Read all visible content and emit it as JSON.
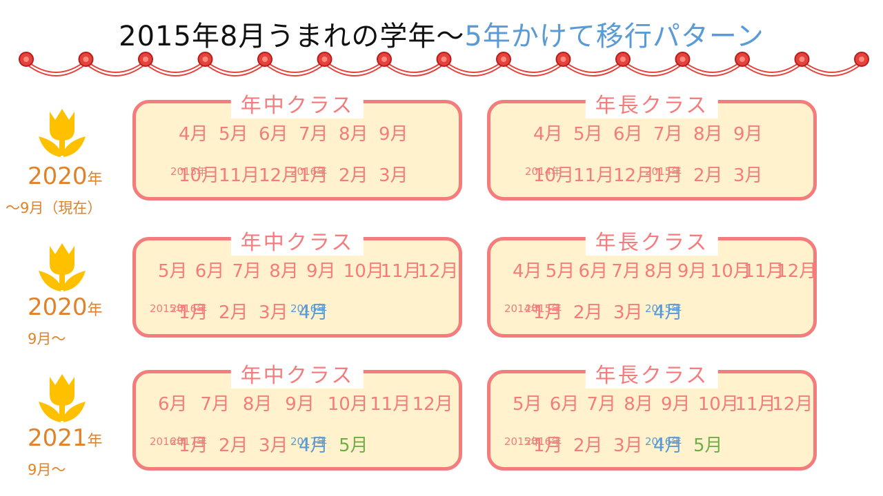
{
  "title": {
    "black": "2015年8月うまれの学年〜",
    "blue": "5年かけて移行パターン"
  },
  "colors": {
    "pink": "#f47c7c",
    "orange": "#e0822a",
    "blue": "#5b9bd5",
    "green": "#70ad47",
    "card_bg": "#fff2cc",
    "tulip": "#ffc000"
  },
  "rows": [
    {
      "year_num": "2020",
      "year_unit": "年",
      "sub": "〜9月（現在）",
      "cards": [
        {
          "title": "年中クラス",
          "lines": [
            [
              {
                "yr": "2015年",
                "m": "4月",
                "c": "pink"
              },
              {
                "m": "5月",
                "c": "pink"
              },
              {
                "m": "6月",
                "c": "pink"
              },
              {
                "m": "7月",
                "c": "pink"
              },
              {
                "m": "8月",
                "c": "pink"
              },
              {
                "m": "9月",
                "c": "pink"
              }
            ],
            [
              {
                "m": "10月",
                "c": "pink"
              },
              {
                "m": "11月",
                "c": "pink"
              },
              {
                "m": "12月",
                "c": "pink"
              },
              {
                "yr": "2016年",
                "m": "1月",
                "c": "pink"
              },
              {
                "m": "2月",
                "c": "pink"
              },
              {
                "m": "3月",
                "c": "pink"
              }
            ]
          ]
        },
        {
          "title": "年長クラス",
          "lines": [
            [
              {
                "yr": "2014年",
                "m": "4月",
                "c": "pink"
              },
              {
                "m": "5月",
                "c": "pink"
              },
              {
                "m": "6月",
                "c": "pink"
              },
              {
                "m": "7月",
                "c": "pink"
              },
              {
                "m": "8月",
                "c": "pink"
              },
              {
                "m": "9月",
                "c": "pink"
              }
            ],
            [
              {
                "m": "10月",
                "c": "pink"
              },
              {
                "m": "11月",
                "c": "pink"
              },
              {
                "m": "12月",
                "c": "pink"
              },
              {
                "yr": "2015年",
                "m": "1月",
                "c": "pink"
              },
              {
                "m": "2月",
                "c": "pink"
              },
              {
                "m": "3月",
                "c": "pink"
              }
            ]
          ]
        }
      ]
    },
    {
      "year_num": "2020",
      "year_unit": "年",
      "sub": "9月〜",
      "cards": [
        {
          "title": "年中クラス",
          "lines": [
            [
              {
                "yr": "2015年",
                "m": "5月",
                "c": "pink"
              },
              {
                "m": "6月",
                "c": "pink"
              },
              {
                "m": "7月",
                "c": "pink"
              },
              {
                "m": "8月",
                "c": "pink"
              },
              {
                "m": "9月",
                "c": "pink"
              },
              {
                "m": "10月",
                "c": "pink"
              },
              {
                "m": "11月",
                "c": "pink"
              },
              {
                "m": "12月",
                "c": "pink"
              }
            ],
            [
              {
                "yr": "2016年",
                "m": "1月",
                "c": "pink"
              },
              {
                "m": "2月",
                "c": "pink"
              },
              {
                "m": "3月",
                "c": "pink"
              },
              {
                "yr": "2016年",
                "m": "4月",
                "c": "blue"
              }
            ]
          ]
        },
        {
          "title": "年長クラス",
          "lines": [
            [
              {
                "yr": "2014年",
                "m": "4月",
                "c": "pink"
              },
              {
                "m": "5月",
                "c": "pink"
              },
              {
                "m": "6月",
                "c": "pink"
              },
              {
                "m": "7月",
                "c": "pink"
              },
              {
                "m": "8月",
                "c": "pink"
              },
              {
                "m": "9月",
                "c": "pink"
              },
              {
                "m": "10月",
                "c": "pink"
              },
              {
                "m": "11月",
                "c": "pink"
              },
              {
                "m": "12月",
                "c": "pink"
              }
            ],
            [
              {
                "yr": "2015年",
                "m": "1月",
                "c": "pink"
              },
              {
                "m": "2月",
                "c": "pink"
              },
              {
                "m": "3月",
                "c": "pink"
              },
              {
                "yr": "2015年",
                "m": "4月",
                "c": "blue"
              }
            ]
          ]
        }
      ]
    },
    {
      "year_num": "2021",
      "year_unit": "年",
      "sub": "9月〜",
      "cards": [
        {
          "title": "年中クラス",
          "lines": [
            [
              {
                "yr": "2016年",
                "m": "6月",
                "c": "pink"
              },
              {
                "m": "7月",
                "c": "pink"
              },
              {
                "m": "8月",
                "c": "pink"
              },
              {
                "m": "9月",
                "c": "pink"
              },
              {
                "m": "10月",
                "c": "pink"
              },
              {
                "m": "11月",
                "c": "pink"
              },
              {
                "m": "12月",
                "c": "pink"
              }
            ],
            [
              {
                "yr": "2017年",
                "m": "1月",
                "c": "pink"
              },
              {
                "m": "2月",
                "c": "pink"
              },
              {
                "m": "3月",
                "c": "pink"
              },
              {
                "yr": "2017年",
                "m": "4月",
                "c": "blue"
              },
              {
                "m": "5月",
                "c": "green"
              }
            ]
          ]
        },
        {
          "title": "年長クラス",
          "lines": [
            [
              {
                "yr": "2015年",
                "m": "5月",
                "c": "pink"
              },
              {
                "m": "6月",
                "c": "pink"
              },
              {
                "m": "7月",
                "c": "pink"
              },
              {
                "m": "8月",
                "c": "pink"
              },
              {
                "m": "9月",
                "c": "pink"
              },
              {
                "m": "10月",
                "c": "pink"
              },
              {
                "m": "11月",
                "c": "pink"
              },
              {
                "m": "12月",
                "c": "pink"
              }
            ],
            [
              {
                "yr": "2016年",
                "m": "1月",
                "c": "pink"
              },
              {
                "m": "2月",
                "c": "pink"
              },
              {
                "m": "3月",
                "c": "pink"
              },
              {
                "yr": "2016年",
                "m": "4月",
                "c": "blue"
              },
              {
                "m": "5月",
                "c": "green"
              }
            ]
          ]
        }
      ]
    }
  ]
}
